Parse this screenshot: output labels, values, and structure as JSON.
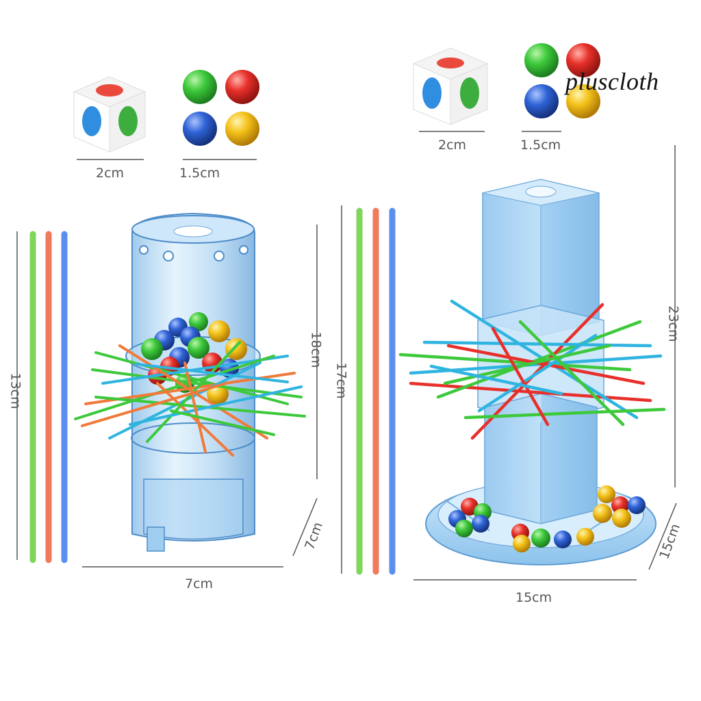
{
  "watermark": "pluscloth",
  "left_set": {
    "die_label": "2cm",
    "balls_label": "1.5cm",
    "stick_label": "13cm",
    "height_label": "18cm",
    "width_label": "7cm",
    "depth_label": "7cm"
  },
  "right_set": {
    "die_label": "2cm",
    "balls_label": "1.5cm",
    "stick_label": "17cm",
    "height_label": "23cm",
    "width_label": "15cm",
    "depth_label": "15cm"
  },
  "colors": {
    "green": "#3dc93b",
    "red": "#e8302a",
    "blue": "#2f63d6",
    "yellow": "#f4c21a",
    "tube": "#a9d4f2",
    "stick_green": "#7fd65a",
    "stick_orange": "#f07a5a",
    "stick_blue": "#5a8ff0"
  }
}
